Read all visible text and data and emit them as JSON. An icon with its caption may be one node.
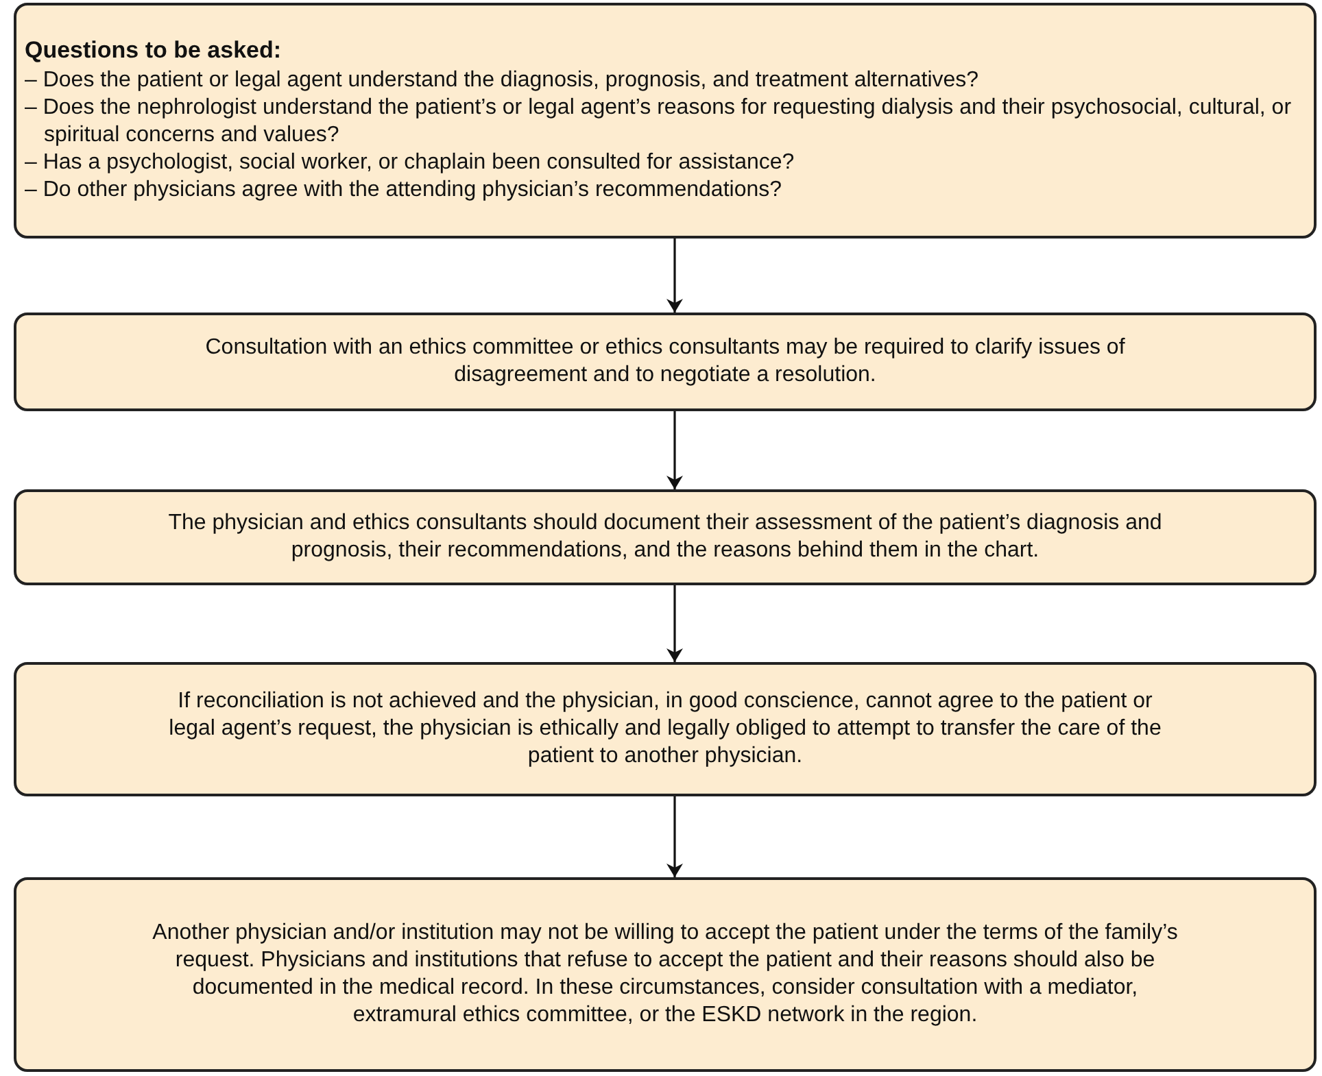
{
  "diagram": {
    "nodes": [
      {
        "text": [
          "Questions to be asked:",
          "– Does the patient or legal agent understand the diagnosis, prognosis, and treatment alternatives?",
          "– Does the nephrologist understand the patient’s or legal agent’s reasons for requesting dialysis and their psychosocial, cultural, or spiritual concerns and values?",
          "– Has a psychologist, social worker, or chaplain been consulted for assistance?",
          "– Do other physicians agree with the attending physician’s recommendations?"
        ]
      },
      {
        "text": [
          "Consultation with an ethics committee or ethics consultants may be required to clarify issues of disagreement and to negotiate a resolution."
        ]
      },
      {
        "text": [
          "The physician and ethics consultants should document their assessment of the patient’s diagnosis and prognosis, their recommendations, and the reasons behind them in the chart."
        ]
      },
      {
        "text": [
          "If reconciliation is not achieved and the physician, in good conscience, cannot agree to the patient or legal agent’s request, the physician is ethically and legally obliged to attempt to transfer the care of the patient to another physician."
        ]
      },
      {
        "text": [
          "Another physician and/or institution may not be willing to accept the patient under the terms of the family’s request. Physicians and institutions that refuse to accept the patient and their reasons should also be documented in the medical record. In these circumstances, consider consultation with a mediator, extramural ethics committee, or the ESKD network in the region."
        ]
      }
    ],
    "edges": [
      {
        "from": 0,
        "to": 1,
        "arrow": "to"
      },
      {
        "from": 1,
        "to": 2,
        "arrow": "to"
      },
      {
        "from": 2,
        "to": 3,
        "arrow": "to"
      },
      {
        "from": 3,
        "to": 4,
        "arrow": "to"
      }
    ]
  }
}
